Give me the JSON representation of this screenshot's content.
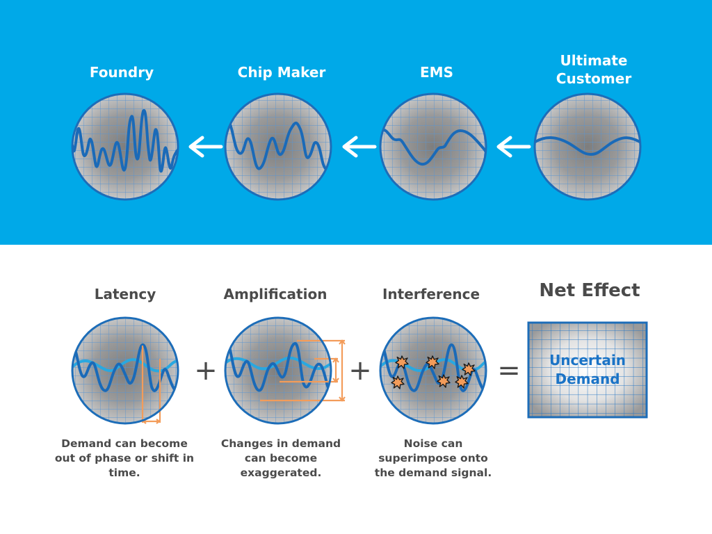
{
  "colors": {
    "top_band": "#00a9e8",
    "circle_border": "#1d6db8",
    "demand_wave": "#1a6ab8",
    "reference_wave": "#29a8e0",
    "annotation": "#f39c5a",
    "text_dark": "#4a4a4a",
    "text_blue": "#1a73c6"
  },
  "supply_chain": {
    "stages": [
      {
        "label": "Foundry"
      },
      {
        "label": "Chip Maker"
      },
      {
        "label": "EMS"
      },
      {
        "label": "Ultimate\nCustomer"
      }
    ],
    "flow_direction": "right-to-left",
    "arrow_icon": "arrow-left-icon"
  },
  "effects": [
    {
      "title": "Latency",
      "caption": "Demand can become out of phase or shift in time."
    },
    {
      "title": "Amplification",
      "caption": "Changes in demand can become exaggerated."
    },
    {
      "title": "Interference",
      "caption": "Noise can superimpose onto the demand signal."
    }
  ],
  "operators": {
    "plus": "+",
    "equals": "="
  },
  "net_effect": {
    "title": "Net Effect",
    "result": "Uncertain\nDemand"
  }
}
